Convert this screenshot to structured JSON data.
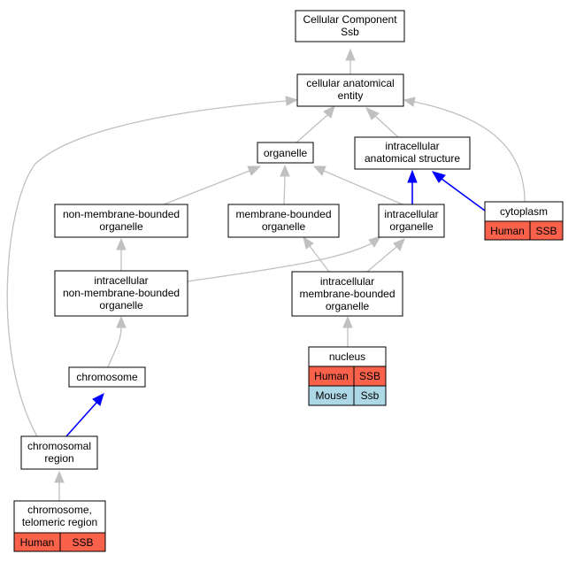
{
  "nodes": {
    "root": [
      "Cellular Component",
      "Ssb"
    ],
    "cae": [
      "cellular anatomical",
      "entity"
    ],
    "organelle": [
      "organelle"
    ],
    "ias": [
      "intracellular",
      "anatomical structure"
    ],
    "nmbo": [
      "non-membrane-bounded",
      "organelle"
    ],
    "mbo": [
      "membrane-bounded",
      "organelle"
    ],
    "io": [
      "intracellular",
      "organelle"
    ],
    "cytoplasm": [
      "cytoplasm"
    ],
    "inmbo": [
      "intracellular",
      "non-membrane-bounded",
      "organelle"
    ],
    "imbo": [
      "intracellular",
      "membrane-bounded",
      "organelle"
    ],
    "nucleus": [
      "nucleus"
    ],
    "chromosome": [
      "chromosome"
    ],
    "chromreg": [
      "chromosomal",
      "region"
    ],
    "telomeric": [
      "chromosome,",
      "telomeric region"
    ]
  },
  "annotations": {
    "cytoplasm": [
      [
        "Human",
        "SSB"
      ]
    ],
    "nucleus": [
      [
        "Human",
        "SSB"
      ],
      [
        "Mouse",
        "Ssb"
      ]
    ],
    "telomeric": [
      [
        "Human",
        "SSB"
      ]
    ]
  },
  "colors": {
    "human": "#f9614b",
    "mouse": "#add8e6",
    "is_a_edge": "#c0c0c0",
    "part_of_edge": "#0000ff"
  }
}
